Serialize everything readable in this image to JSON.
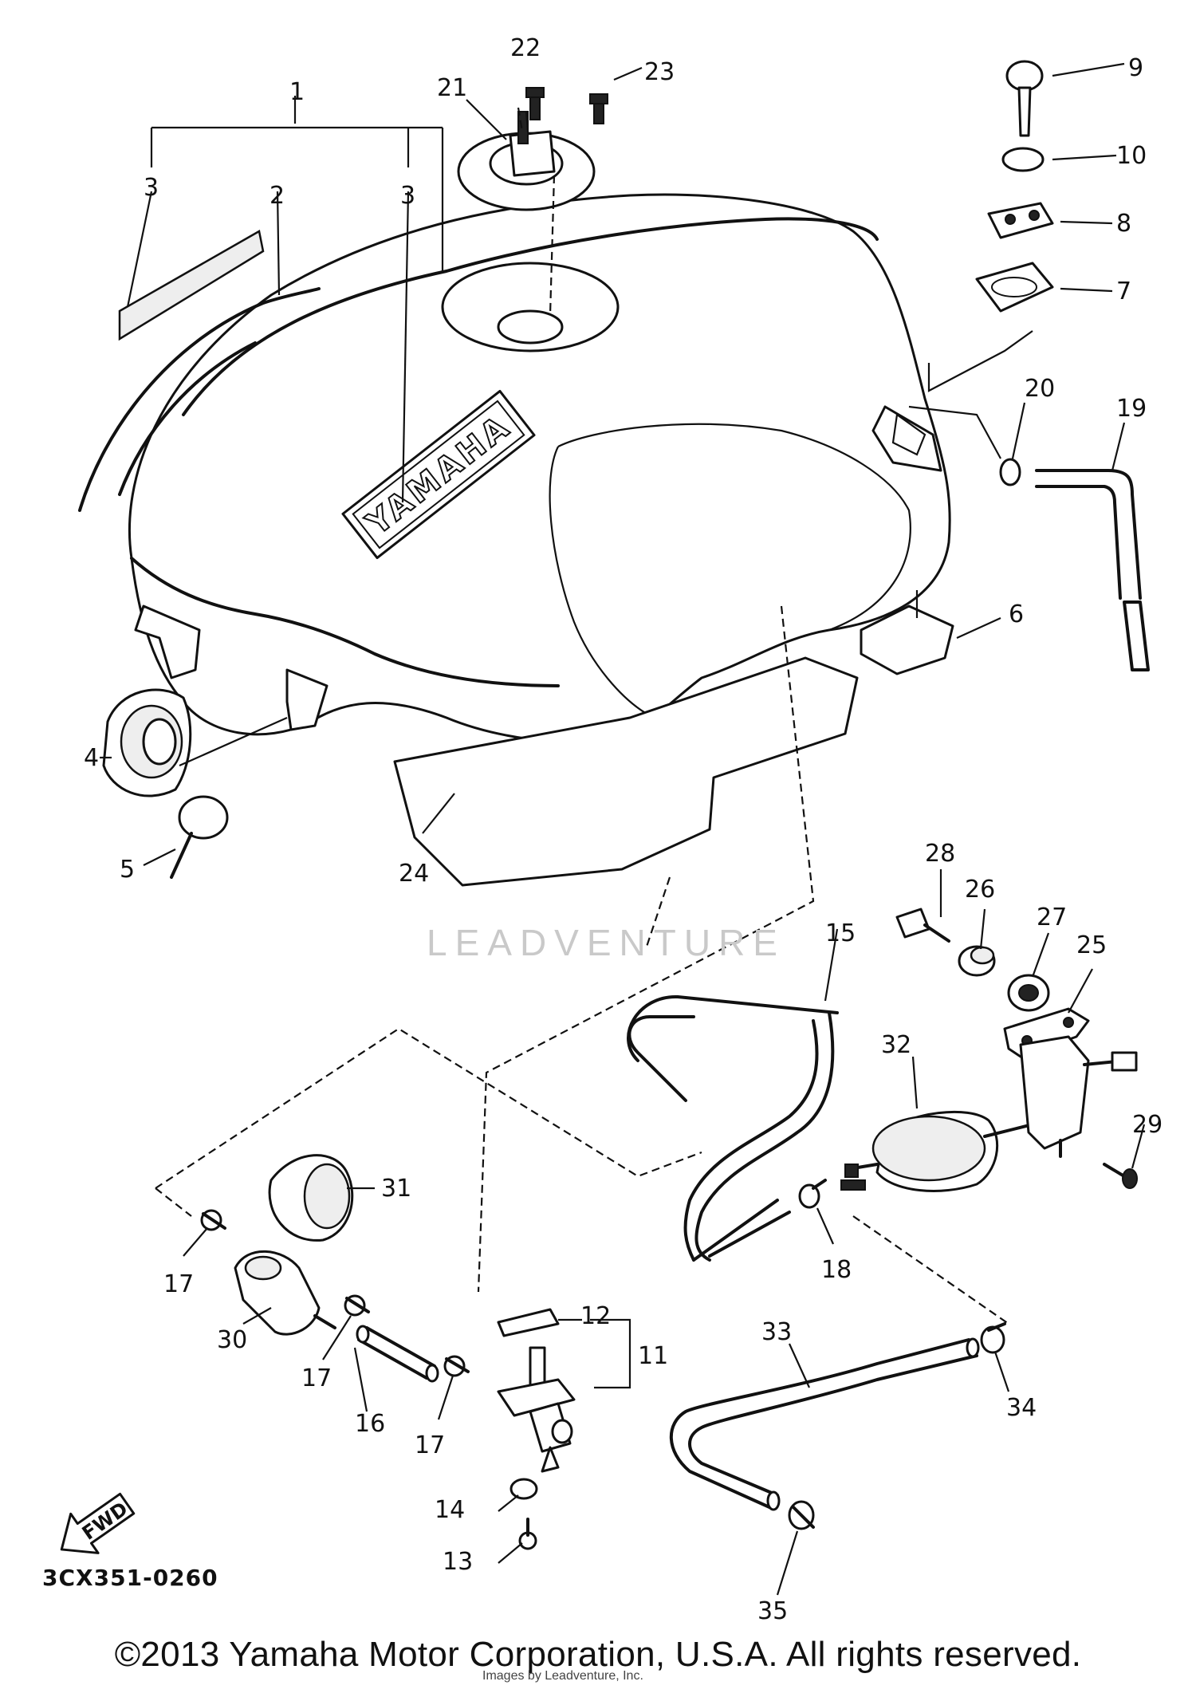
{
  "diagram": {
    "code": "3CX351-0260",
    "brand_decal_text": "YAMAHA",
    "fwd_arrow_text": "FWD",
    "watermark_text": "LEADVENTURE",
    "copyright": "©2013 Yamaha Motor Corporation, U.S.A. All rights reserved.",
    "fine_print": "Images by Leadventure, Inc.",
    "callouts": {
      "c1": "1",
      "c2": "2",
      "c3a": "3",
      "c3b": "3",
      "c4": "4",
      "c5": "5",
      "c6": "6",
      "c7": "7",
      "c8": "8",
      "c9": "9",
      "c10": "10",
      "c11": "11",
      "c12": "12",
      "c13": "13",
      "c14": "14",
      "c15": "15",
      "c16": "16",
      "c17a": "17",
      "c17b": "17",
      "c17c": "17",
      "c18": "18",
      "c19": "19",
      "c20": "20",
      "c21": "21",
      "c22": "22",
      "c23": "23",
      "c24": "24",
      "c25": "25",
      "c26": "26",
      "c27": "27",
      "c28": "28",
      "c29": "29",
      "c30": "30",
      "c31": "31",
      "c32": "32",
      "c33": "33",
      "c34": "34",
      "c35": "35"
    }
  }
}
